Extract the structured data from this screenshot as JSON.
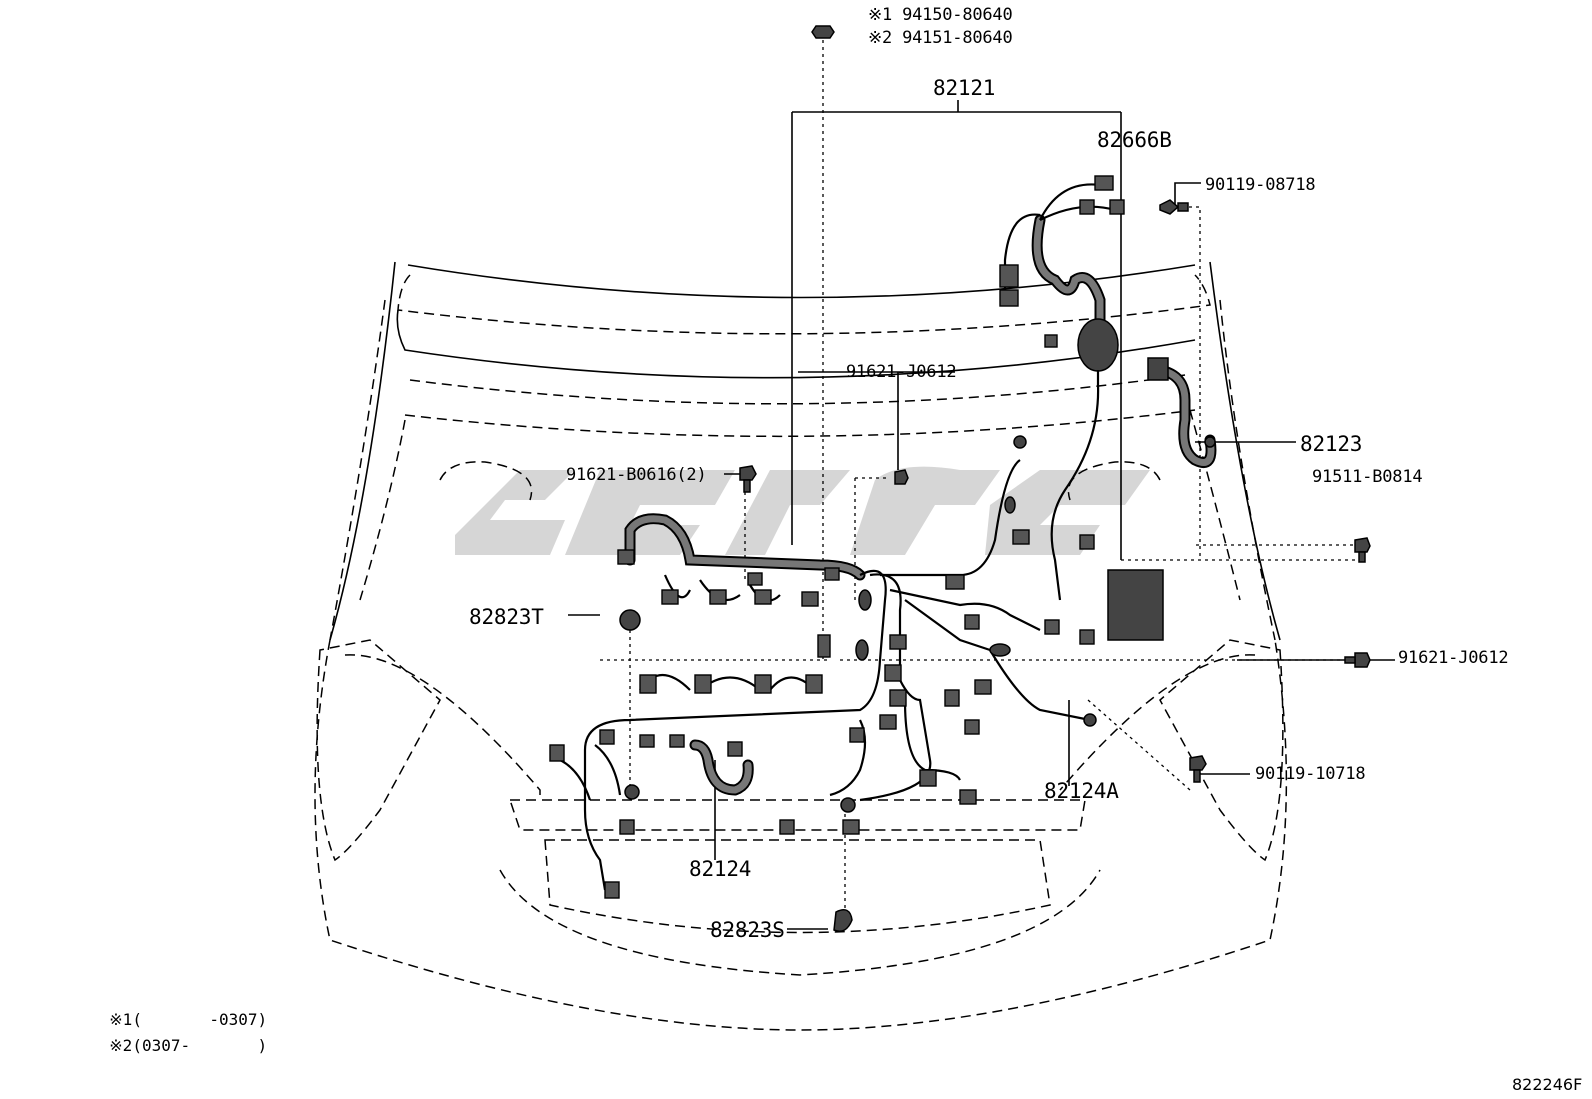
{
  "figure_code": "822246F",
  "notes": [
    {
      "mark": "※1",
      "range": "(       -0307)"
    },
    {
      "mark": "※2",
      "range": "(0307-       )"
    }
  ],
  "parts": {
    "nut_top": {
      "line1": "※1 94150-80640",
      "line2": "※2 94151-80640"
    },
    "p82121": "82121",
    "p82666B": "82666B",
    "p90119_08718": "90119-08718",
    "p91621_J0612_top": "91621-J0612",
    "p82123": "82123",
    "p91621_B0616": "91621-B0616(2)",
    "p91511_B0814": "91511-B0814",
    "p82823T": "82823T",
    "p91621_J0612_right": "91621-J0612",
    "p90119_10718": "90119-10718",
    "p82124A": "82124A",
    "p82124": "82124",
    "p82823S": "82823S"
  },
  "watermark_color": "#d2d2d2"
}
